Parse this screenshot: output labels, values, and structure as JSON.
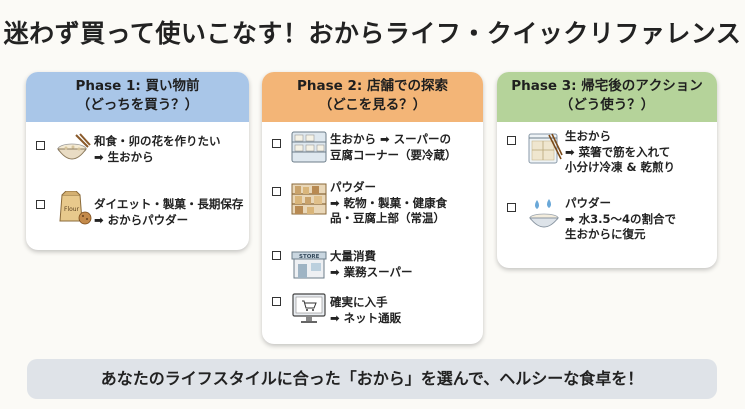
{
  "title": "迷わず買って使いこなす！おからライフ・クイックリファレンス",
  "phase1": {
    "head_line1": "Phase 1: 買い物前",
    "head_line2": "（どっちを買う？）",
    "items": [
      {
        "icon": "rice-bowl-icon",
        "line1": "和食・卯の花を作りたい",
        "line2": "➡ 生おから"
      },
      {
        "icon": "flour-bag-icon",
        "line1": "ダイエット・製菓・長期保存",
        "line2": "➡ おからパウダー"
      }
    ]
  },
  "phase2": {
    "head_line1": "Phase 2: 店舗での探索",
    "head_line2": "（どこを見る？）",
    "items": [
      {
        "icon": "fridge-icon",
        "line1": "生おから ➡ スーパーの",
        "line2": "豆腐コーナー（要冷蔵）"
      },
      {
        "icon": "shelf-icon",
        "line1": "パウダー",
        "line2": "➡ 乾物・製菓・健康食",
        "line3": "品・豆腐上部（常温）"
      },
      {
        "icon": "store-icon",
        "line1": "大量消費",
        "line2": "➡ 業務スーパー"
      },
      {
        "icon": "computer-cart-icon",
        "line1": "確実に入手",
        "line2": "➡ ネット通販"
      }
    ]
  },
  "phase3": {
    "head_line1": "Phase 3: 帰宅後のアクション",
    "head_line2": "（どう使う？）",
    "items": [
      {
        "icon": "freezer-bag-icon",
        "line1": "生おから",
        "line2": "➡ 菜箸で筋を入れて",
        "line3": "小分け冷凍 & 乾煎り"
      },
      {
        "icon": "water-drops-bowl-icon",
        "line1": "パウダー",
        "line2": "➡ 水3.5〜4の割合で",
        "line3": "生おからに復元"
      }
    ]
  },
  "banner": "あなたのライフスタイルに合った「おから」を選んで、ヘルシーな食卓を！"
}
